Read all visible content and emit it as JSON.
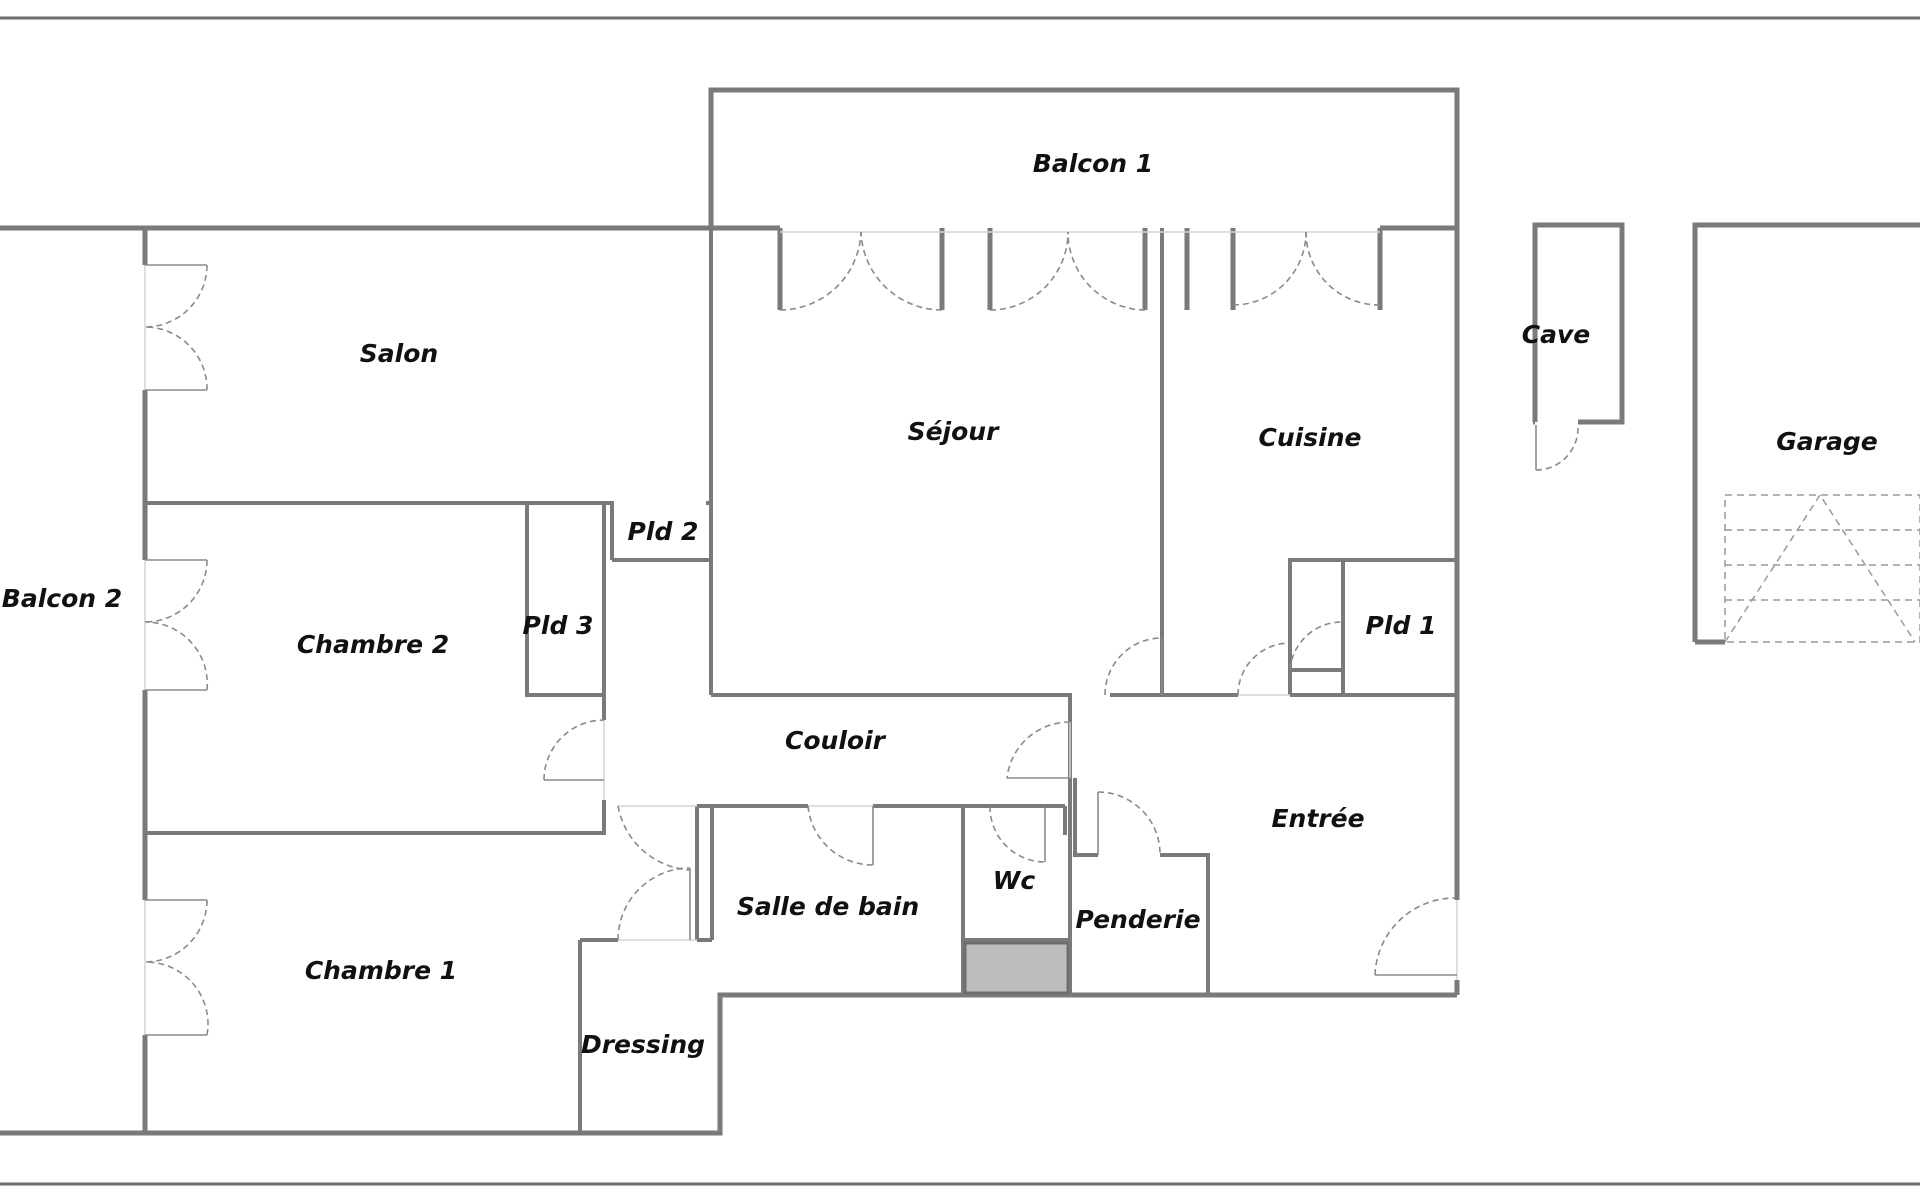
{
  "rooms": {
    "balcon_1": "Balcon 1",
    "salon": "Salon",
    "sejour": "Séjour",
    "cuisine": "Cuisine",
    "cave": "Cave",
    "garage": "Garage",
    "pld_2": "Pld 2",
    "pld_3": "Pld 3",
    "pld_1": "Pld 1",
    "balcon_2": "Balcon 2",
    "chambre_2": "Chambre 2",
    "couloir": "Couloir",
    "entree": "Entrée",
    "wc": "Wc",
    "salle_de_bain": "Salle de bain",
    "penderie": "Penderie",
    "chambre_1": "Chambre 1",
    "dressing": "Dressing"
  },
  "colors": {
    "wall": "#7a7a7a",
    "label": "#111111",
    "duct_fill": "#bdbdbd"
  }
}
